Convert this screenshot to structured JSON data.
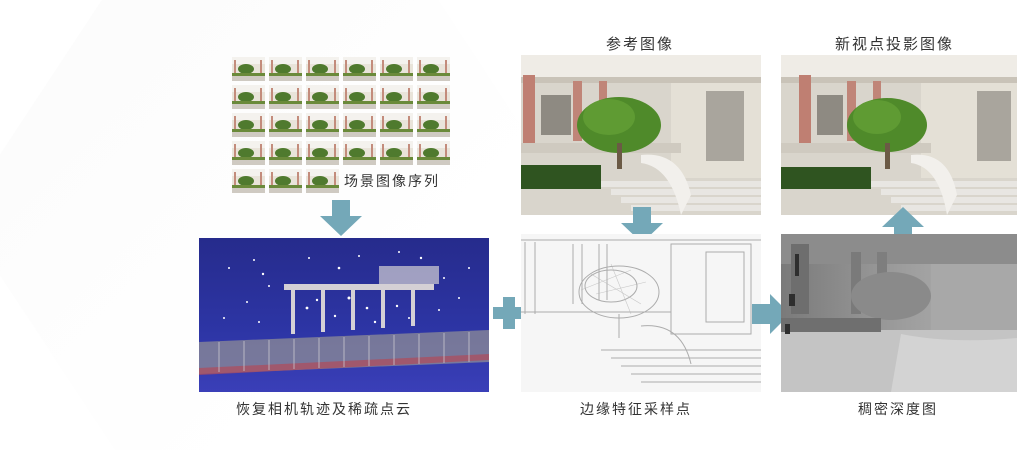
{
  "labels": {
    "scene_sequence": "场景图像序列",
    "reference_image": "参考图像",
    "novel_view": "新视点投影图像",
    "camera_recovery": "恢复相机轨迹及稀疏点云",
    "edge_sampling": "边缘特征采样点",
    "dense_depth": "稠密深度图"
  },
  "colors": {
    "arrow": "#74a8b8",
    "pointcloud_bg": "#2a2f9a",
    "depth_bg": "#9a9a9a"
  },
  "icons": [
    "down-arrow",
    "up-arrow",
    "right-arrow",
    "plus-sign"
  ]
}
